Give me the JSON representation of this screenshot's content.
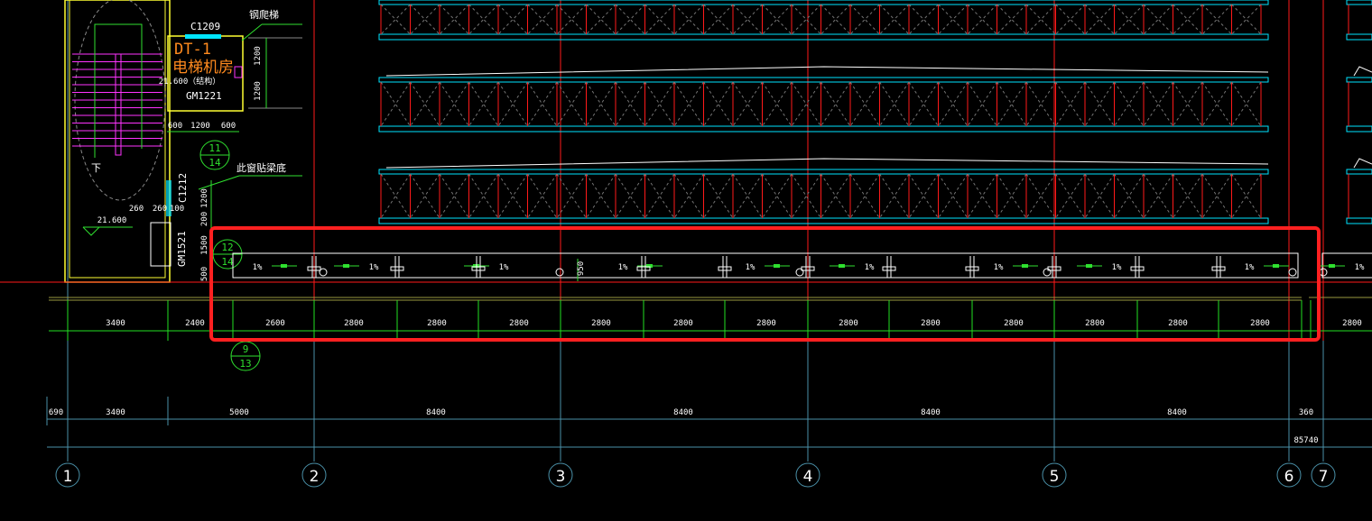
{
  "drawing": {
    "elevator_room": {
      "code": "DT-1",
      "name": "电梯机房",
      "elevation": "21.600（结构）",
      "door": "GM1221",
      "window_top": "C1209",
      "ladder_note": "钢爬梯"
    },
    "stair": {
      "down_label": "下",
      "elevation": "21.600"
    },
    "notes": {
      "window_beam": "此窗贴梁底"
    },
    "windows": {
      "side_window": "C1212",
      "side_door": "GM1521"
    },
    "small_dims": [
      "1200",
      "1200",
      "600",
      "1200",
      "600",
      "260",
      "260",
      "100",
      "1200",
      "200",
      "1500",
      "500",
      "950"
    ],
    "detail_refs": [
      {
        "num": "11",
        "sheet": "14"
      },
      {
        "num": "12",
        "sheet": "14"
      },
      {
        "num": "9",
        "sheet": "13"
      }
    ],
    "slope_label": "1%",
    "inner_dims": [
      "3400",
      "2400",
      "2600",
      "2800",
      "2800",
      "2800",
      "2800",
      "2800",
      "2800",
      "2800",
      "2800",
      "2800",
      "2800",
      "2800",
      "2800",
      "2800"
    ],
    "outer_dims": [
      "690",
      "3400",
      "5000",
      "8400",
      "8400",
      "8400",
      "8400",
      "360"
    ],
    "total_dim": "85740",
    "axes": [
      "1",
      "2",
      "3",
      "4",
      "5",
      "6",
      "7"
    ],
    "colors": {
      "highlight": "#ff2020",
      "axis": "#4a90a8",
      "dim": "#22e022",
      "wall": "#ffff33",
      "truss_chord": "#00e5ff",
      "truss_post": "#ff1a1a"
    }
  }
}
